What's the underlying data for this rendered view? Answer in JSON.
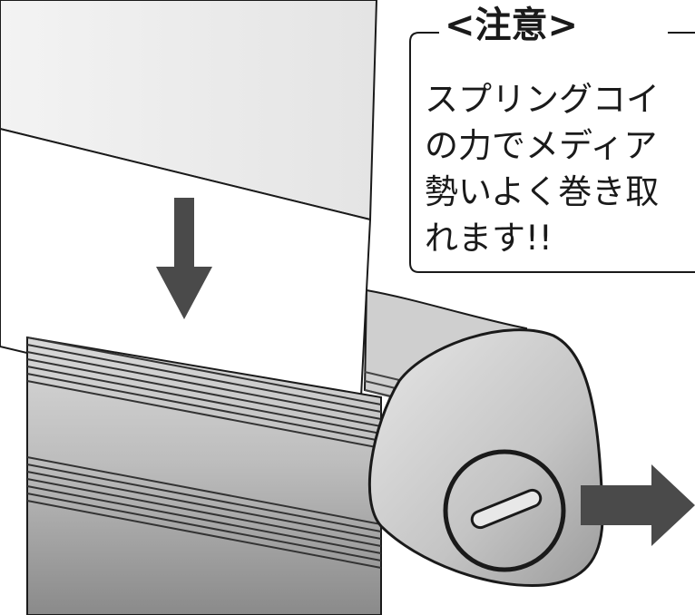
{
  "notice": {
    "title": "<注意>",
    "lines": [
      "スプリングコイ",
      "の力でメディア",
      "勢いよく巻き取",
      "れます!!"
    ]
  },
  "colors": {
    "arrow": "#4a4a4a",
    "outline": "#1a1a1a",
    "media": "#f2f2f2",
    "roller": "#b5b5b5"
  },
  "icons": {
    "down_arrow": "arrow-down-icon",
    "right_arrow": "arrow-right-icon",
    "knob": "release-knob-icon"
  }
}
